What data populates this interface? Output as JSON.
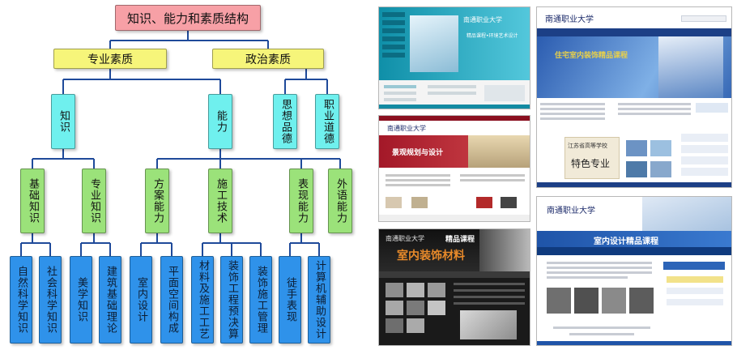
{
  "diagram": {
    "root": "知识、能力和素质结构",
    "level1": [
      "专业素质",
      "政治素质"
    ],
    "level2": [
      "知识",
      "能力",
      "思想品德",
      "职业道德"
    ],
    "level3": [
      "基础知识",
      "专业知识",
      "方案能力",
      "施工技术",
      "表现能力",
      "外语能力"
    ],
    "level4": [
      "自然科学知识",
      "社会科学知识",
      "美学知识",
      "建筑基础理论",
      "室内设计",
      "平面空间构成",
      "材料及施工工艺",
      "装饰工程预决算",
      "装饰施工管理",
      "徒手表现",
      "计算机辅助设计"
    ],
    "colors": {
      "root": "#f7a0a6",
      "level1": "#f6f57a",
      "level2": "#6ff0ee",
      "level3": "#9be27a",
      "level4": "#2f92ea",
      "line": "#1f4a9a"
    }
  },
  "screenshots": {
    "s1": {
      "banner_title": "精品课程•环境艺术设计"
    },
    "s2": {
      "banner_title": "景观规划与设计"
    },
    "s3": {
      "banner_title": "室内装饰材料",
      "banner_prefix": "精品课程"
    },
    "s4": {
      "banner_title": "住宅室内装饰精品课程",
      "sign_line1": "江苏省高等学校",
      "sign_line2": "特色专业"
    },
    "s5": {
      "banner_title": "室内设计精品课程"
    },
    "logo_text": "南通职业大学"
  }
}
